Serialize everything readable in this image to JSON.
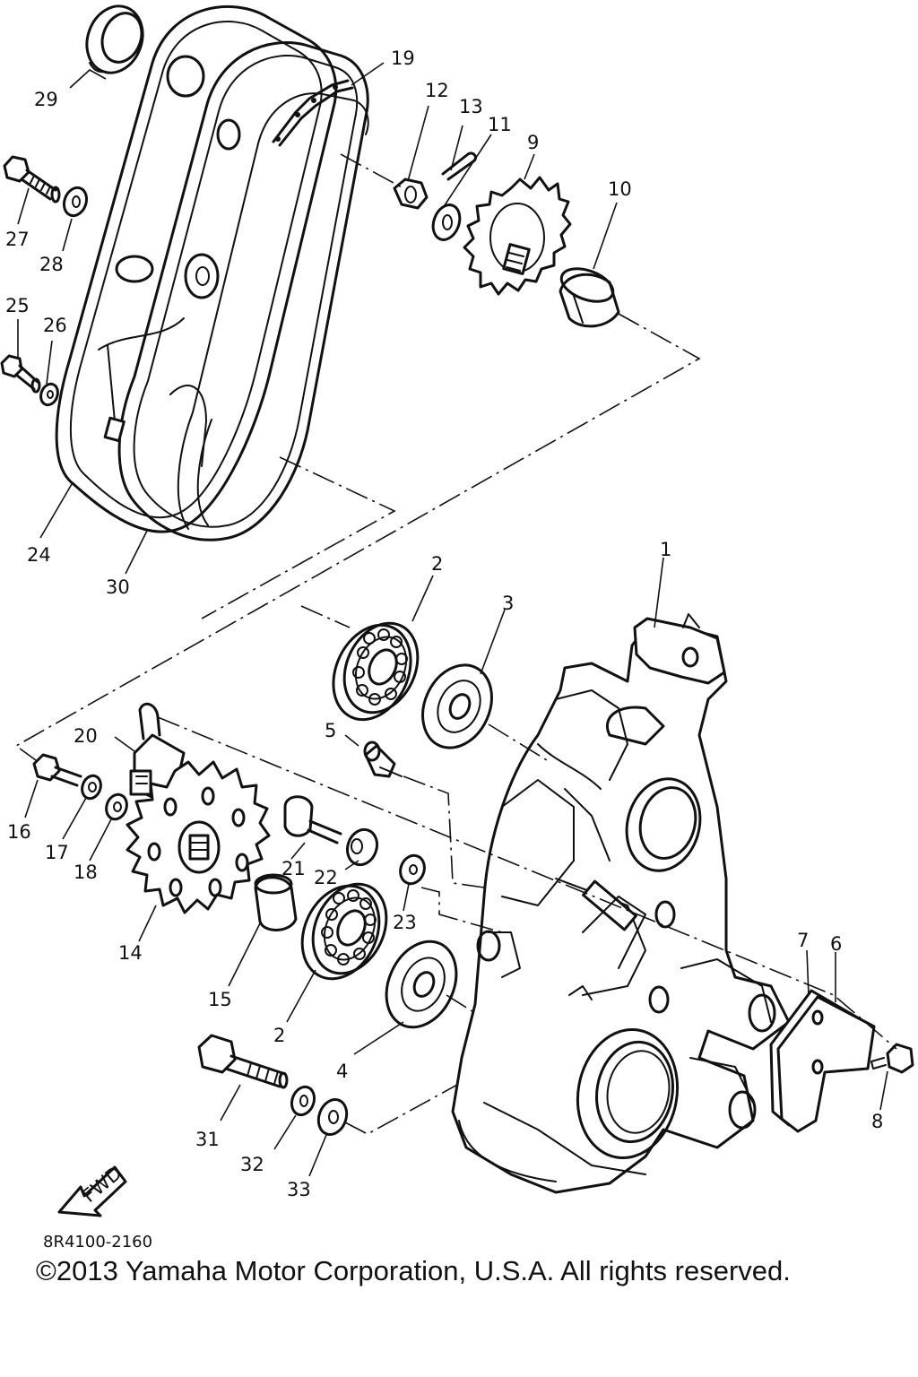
{
  "diagram": {
    "callouts": {
      "p1": "1",
      "p2a": "2",
      "p2b": "2",
      "p3": "3",
      "p4": "4",
      "p5": "5",
      "p6": "6",
      "p7": "7",
      "p8": "8",
      "p9": "9",
      "p10": "10",
      "p11": "11",
      "p12": "12",
      "p13": "13",
      "p14": "14",
      "p15": "15",
      "p16": "16",
      "p17": "17",
      "p18": "18",
      "p19": "19",
      "p20": "20",
      "p21": "21",
      "p22": "22",
      "p23": "23",
      "p24": "24",
      "p25": "25",
      "p26": "26",
      "p27": "27",
      "p28": "28",
      "p29": "29",
      "p30": "30",
      "p31": "31",
      "p32": "32",
      "p33": "33"
    },
    "fwd_label": "FWD",
    "part_code": "8R4100-2160",
    "copyright": "©2013 Yamaha Motor Corporation, U.S.A. All rights reserved."
  }
}
